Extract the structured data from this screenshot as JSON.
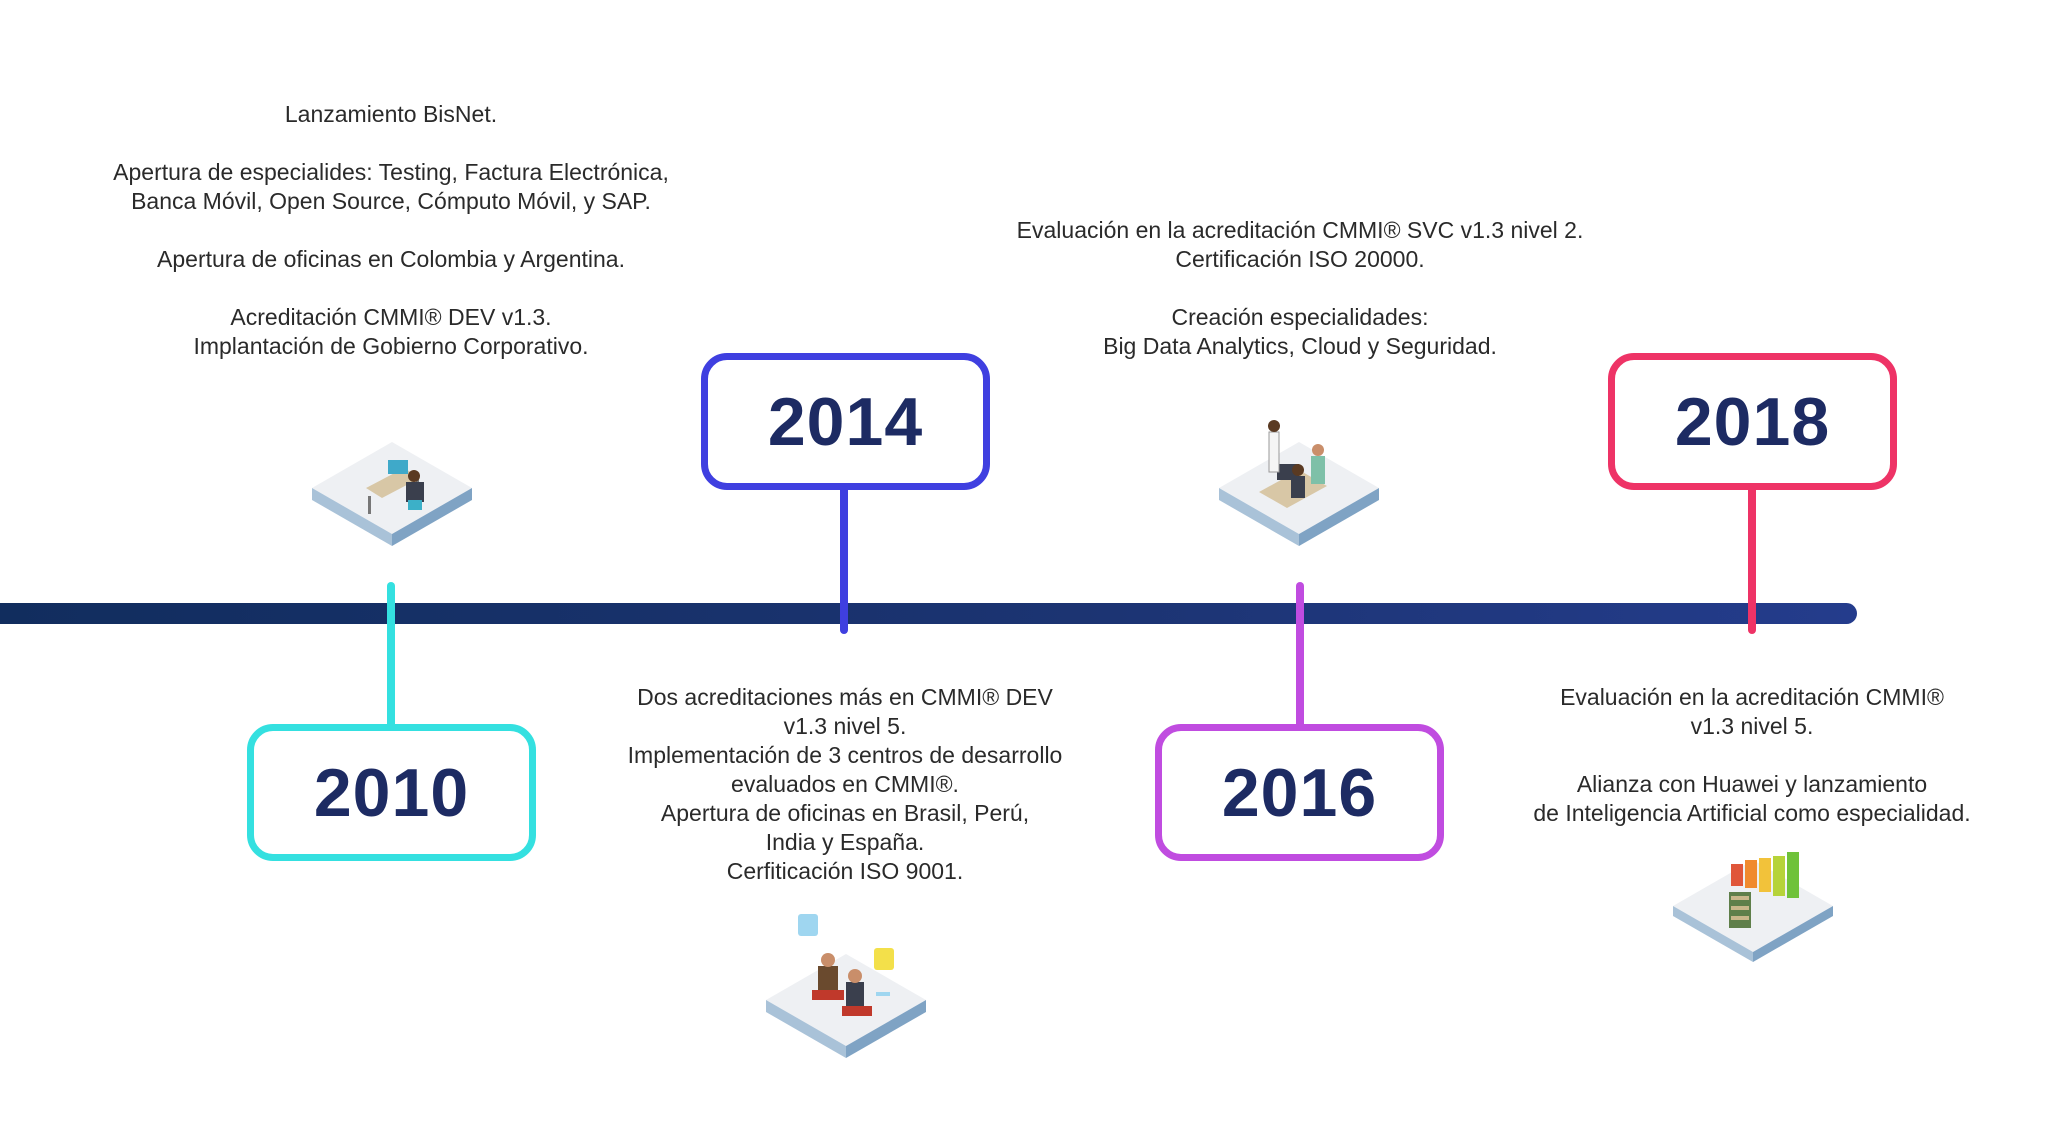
{
  "colors": {
    "axis": "#1a3270",
    "year_text": "#1d2b63",
    "milestone_2010": "#34e0e0",
    "milestone_2014": "#3f3fe0",
    "milestone_2016": "#c04ce0",
    "milestone_2018": "#ee3366"
  },
  "milestones": [
    {
      "year": "2010",
      "lines": [
        "Lanzamiento BisNet.",
        "",
        "Apertura de especialides: Testing, Factura Electrónica,",
        "Banca Móvil, Open Source, Cómputo Móvil, y SAP.",
        "",
        "Apertura de oficinas en Colombia y Argentina.",
        "",
        "Acreditación CMMI® DEV v1.3.",
        "Implantación de Gobierno Corporativo."
      ],
      "icon": "person-at-desk-icon"
    },
    {
      "year": "2014",
      "lines": [
        "Dos acreditaciones más en CMMI® DEV",
        "v1.3 nivel 5.",
        "Implementación de 3 centros de desarrollo",
        "evaluados en CMMI®.",
        "Apertura de oficinas en Brasil, Perú,",
        "India y España.",
        "Cerfiticación ISO 9001."
      ],
      "icon": "meeting-chat-icon"
    },
    {
      "year": "2016",
      "lines": [
        "Evaluación en la acreditación CMMI® SVC v1.3 nivel 2.",
        "Certificación ISO 20000.",
        "",
        "Creación especialidades:",
        "Big Data Analytics, Cloud y Seguridad."
      ],
      "icon": "team-at-computer-icon"
    },
    {
      "year": "2018",
      "lines": [
        "Evaluación en la acreditación CMMI®",
        "v1.3 nivel 5.",
        "",
        "Alianza con Huawei y lanzamiento",
        "de Inteligencia Artificial como especialidad."
      ],
      "icon": "money-growth-chart-icon"
    }
  ]
}
